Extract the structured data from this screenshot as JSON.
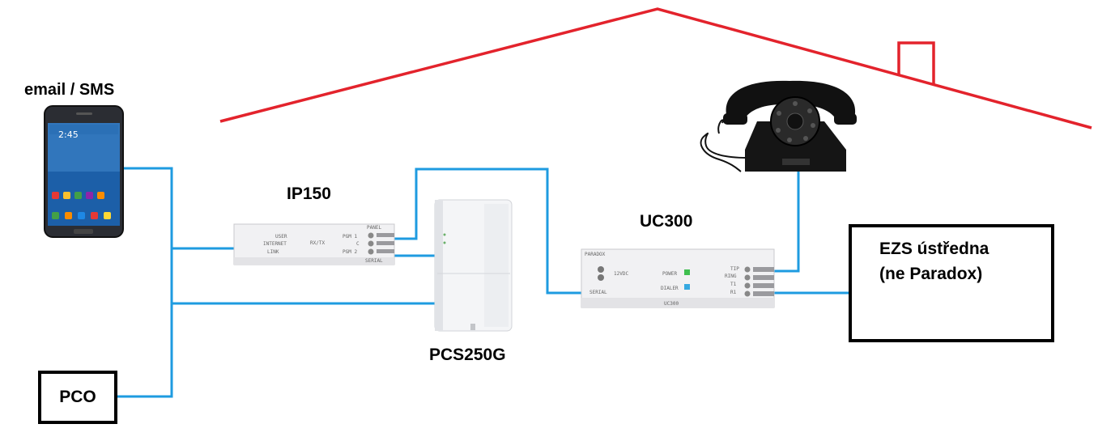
{
  "labels": {
    "phone": "email / SMS",
    "ip150": "IP150",
    "uc300": "UC300",
    "pcs250g": "PCS250G",
    "pco": "PCO",
    "ezs_line1": "EZS ústředna",
    "ezs_line2": "(ne Paradox)"
  },
  "phone_screen": {
    "clock": "2:45"
  },
  "ip150_panel": {
    "user": "USER",
    "internet": "INTERNET",
    "rxtx": "RX/TX",
    "link": "LINK",
    "pgm1": "PGM 1",
    "com": "C",
    "pgm2": "PGM 2",
    "panel": "PANEL",
    "serial": "SERIAL"
  },
  "uc300_panel": {
    "brand": "PARADOX",
    "voltage": "12VDC",
    "power": "POWER",
    "dialer": "DIALER",
    "serial": "SERIAL",
    "tip": "TIP",
    "ring": "RING",
    "t1": "T1",
    "r1": "R1",
    "model": "UC300"
  },
  "colors": {
    "roof": "#e3232c",
    "wire": "#1e9be0",
    "box_border": "#000000"
  },
  "icons": {
    "phone": "smartphone-icon",
    "telephone": "rotary-telephone-icon"
  }
}
